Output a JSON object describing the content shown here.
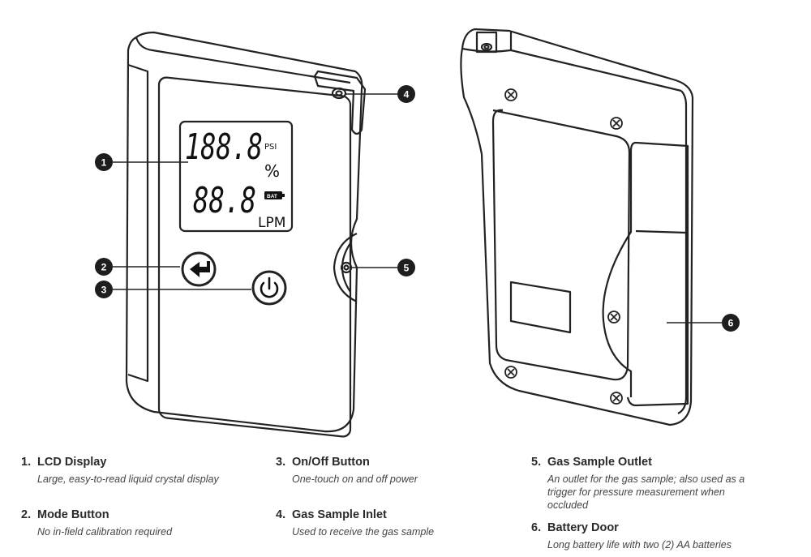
{
  "lcd": {
    "top_digits": "188.8",
    "top_unit_small": "PSI",
    "top_unit": "%",
    "bottom_digits": "88.8",
    "battery_label": "BAT",
    "bottom_unit": "LPM"
  },
  "callouts": [
    "1",
    "2",
    "3",
    "4",
    "5",
    "6"
  ],
  "legend": [
    {
      "num": "1.",
      "title": "LCD Display",
      "desc": "Large, easy-to-read liquid crystal display"
    },
    {
      "num": "2.",
      "title": "Mode Button",
      "desc": "No in-field calibration required"
    },
    {
      "num": "3.",
      "title": "On/Off Button",
      "desc": "One-touch on and off power"
    },
    {
      "num": "4.",
      "title": "Gas Sample Inlet",
      "desc": "Used to receive the gas sample"
    },
    {
      "num": "5.",
      "title": "Gas Sample Outlet",
      "desc": "An outlet for the gas sample; also used as a trigger for pressure measurement when occluded"
    },
    {
      "num": "6.",
      "title": "Battery Door",
      "desc": "Long battery life with two (2) AA batteries"
    }
  ]
}
